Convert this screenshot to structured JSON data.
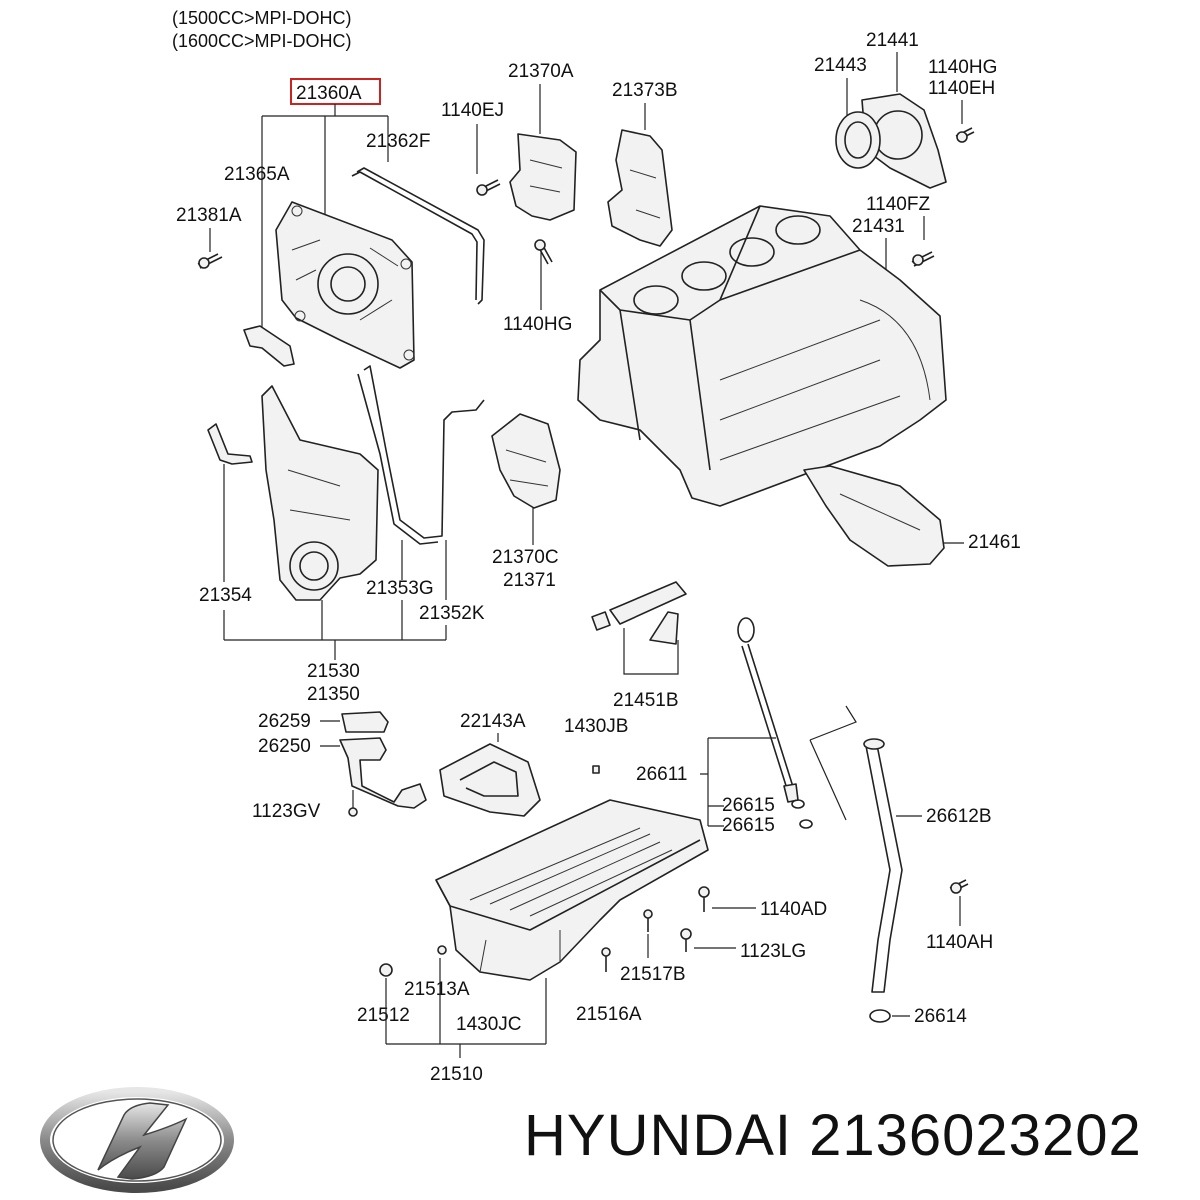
{
  "header": {
    "line1": "(1500CC>MPI-DOHC)",
    "line2": "(1600CC>MPI-DOHC)"
  },
  "highlight_color": "#cc2222",
  "labels": {
    "p21360A": "21360A",
    "p21362F": "21362F",
    "p21365A": "21365A",
    "p21381A": "21381A",
    "p21370A": "21370A",
    "p1140EJ": "1140EJ",
    "p1140HG_mid": "1140HG",
    "p21373B": "21373B",
    "p21441": "21441",
    "p21443": "21443",
    "p1140HG_top": "1140HG",
    "p1140EH": "1140EH",
    "p1140FZ": "1140FZ",
    "p21431": "21431",
    "p21461": "21461",
    "p21354": "21354",
    "p21353G": "21353G",
    "p21352K": "21352K",
    "p21370C": "21370C",
    "p21371": "21371",
    "p21530": "21530",
    "p21350": "21350",
    "p21451B": "21451B",
    "p26259": "26259",
    "p26250": "26250",
    "p22143A": "22143A",
    "p1430JB": "1430JB",
    "p26611": "26611",
    "p26615a": "26615",
    "p26615b": "26615",
    "p26612B": "26612B",
    "p1123GV": "1123GV",
    "p1140AD": "1140AD",
    "p1123LG": "1123LG",
    "p1140AH": "1140AH",
    "p21513A": "21513A",
    "p21517B": "21517B",
    "p21512": "21512",
    "p1430JC": "1430JC",
    "p21516A": "21516A",
    "p26614": "26614",
    "p21510": "21510"
  },
  "footer": {
    "brand_text": "HYUNDAI 2136023202",
    "logo": "hyundai-logo"
  }
}
